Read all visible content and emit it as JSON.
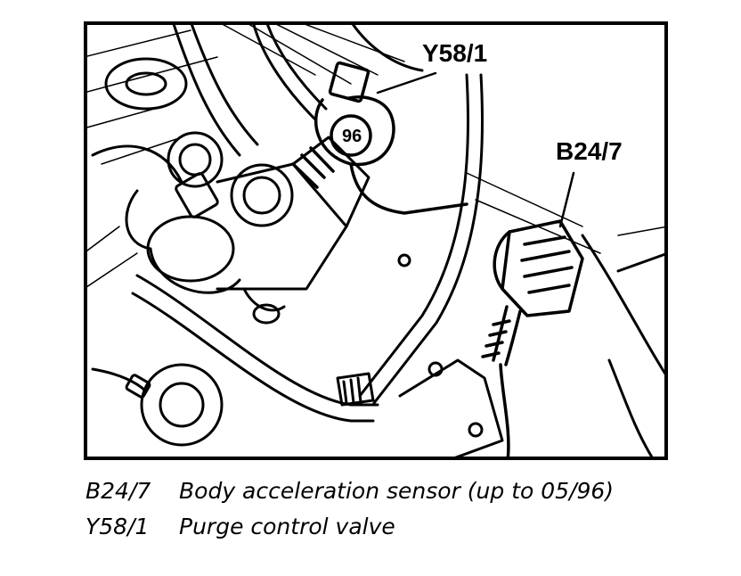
{
  "callouts": {
    "purge_valve": "Y58/1",
    "accel_sensor": "B24/7"
  },
  "legend": [
    {
      "code": "B24/7",
      "description": "Body acceleration sensor (up to 05/96)"
    },
    {
      "code": "Y58/1",
      "description": "Purge control valve"
    }
  ],
  "colors": {
    "ink": "#000000",
    "paper": "#ffffff"
  }
}
